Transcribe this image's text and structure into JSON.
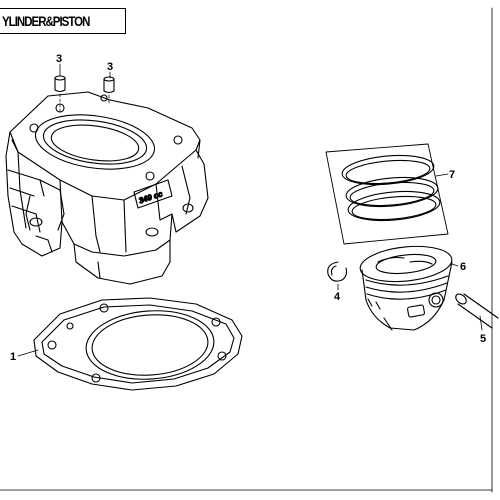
{
  "title": "YLINDER&PISTON",
  "cylinder_marking": "349 cc",
  "callouts": {
    "dowel_a": "3",
    "dowel_b": "3",
    "gasket": "1",
    "rings": "7",
    "circlip": "4",
    "piston": "6",
    "pin": "5"
  }
}
